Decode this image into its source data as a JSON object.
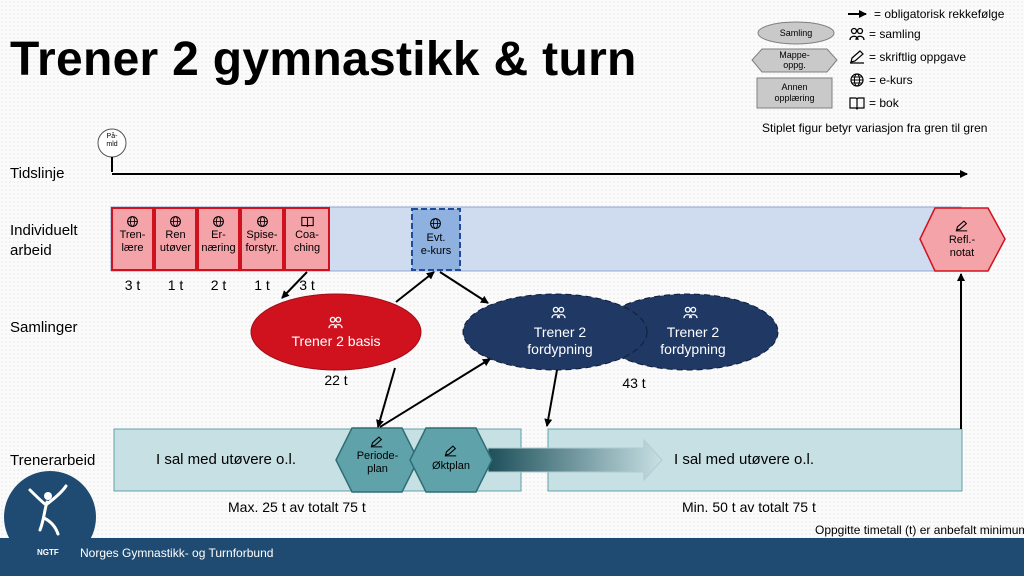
{
  "title": "Trener 2 gymnastikk & turn",
  "legend": {
    "arrow": "= obligatorisk rekkefølge",
    "samling_shape": "Samling",
    "mappe_shape": "Mappe-\noppg.",
    "annen_shape": "Annen\nopplæring",
    "samling": "= samling",
    "skriftlig": "= skriftlig oppgave",
    "ekurs": "= e-kurs",
    "bok": "= bok",
    "dashed_note": "Stiplet figur betyr variasjon fra gren til gren"
  },
  "start_marker": "På-\nmld",
  "rows": {
    "tidslinje": "Tidslinje",
    "individuelt": "Individuelt\narbeid",
    "samlinger": "Samlinger",
    "trenerarbeid": "Trenerarbeid"
  },
  "individual_modules": [
    {
      "label": "Tren-\nlære",
      "hours": "3 t",
      "icon": "globe-icon"
    },
    {
      "label": "Ren\nutøver",
      "hours": "1 t",
      "icon": "globe-icon"
    },
    {
      "label": "Er-\nnæring",
      "hours": "2 t",
      "icon": "globe-icon"
    },
    {
      "label": "Spise-\nforstyr.",
      "hours": "1 t",
      "icon": "globe-icon"
    },
    {
      "label": "Coa-\nching",
      "hours": "3 t",
      "icon": "book-icon"
    }
  ],
  "evt_ekurs": "Evt.\ne-kurs",
  "refl_notat": "Refl.-\nnotat",
  "samlinger": {
    "basis": "Trener 2 basis",
    "basis_hours": "22 t",
    "fordypning1": "Trener 2\nfordypning",
    "fordypning2": "Trener 2\nfordypning",
    "fordypning_hours": "43 t"
  },
  "trenerarbeid": {
    "sal_left": "I sal med utøvere o.l.",
    "periodeplan": "Periode-\nplan",
    "oktplan": "Øktplan",
    "sal_right": "I sal med utøvere o.l.",
    "max_note": "Max. 25 t av totalt 75 t",
    "min_note": "Min. 50 t av totalt 75 t"
  },
  "minimum_note": "Oppgitte timetall (t) er anbefalt minimum",
  "logo_text": "NGTF",
  "footer": "Norges Gymnastikk- og Turnforbund",
  "colors": {
    "red": "#d0121f",
    "pink": "#f4a3a9",
    "lightblue": "#cfdcf0",
    "navy": "#1f3864",
    "teal": "#5fa2a9",
    "paleteal": "#c7e0e3",
    "footer": "#1f4b72"
  }
}
